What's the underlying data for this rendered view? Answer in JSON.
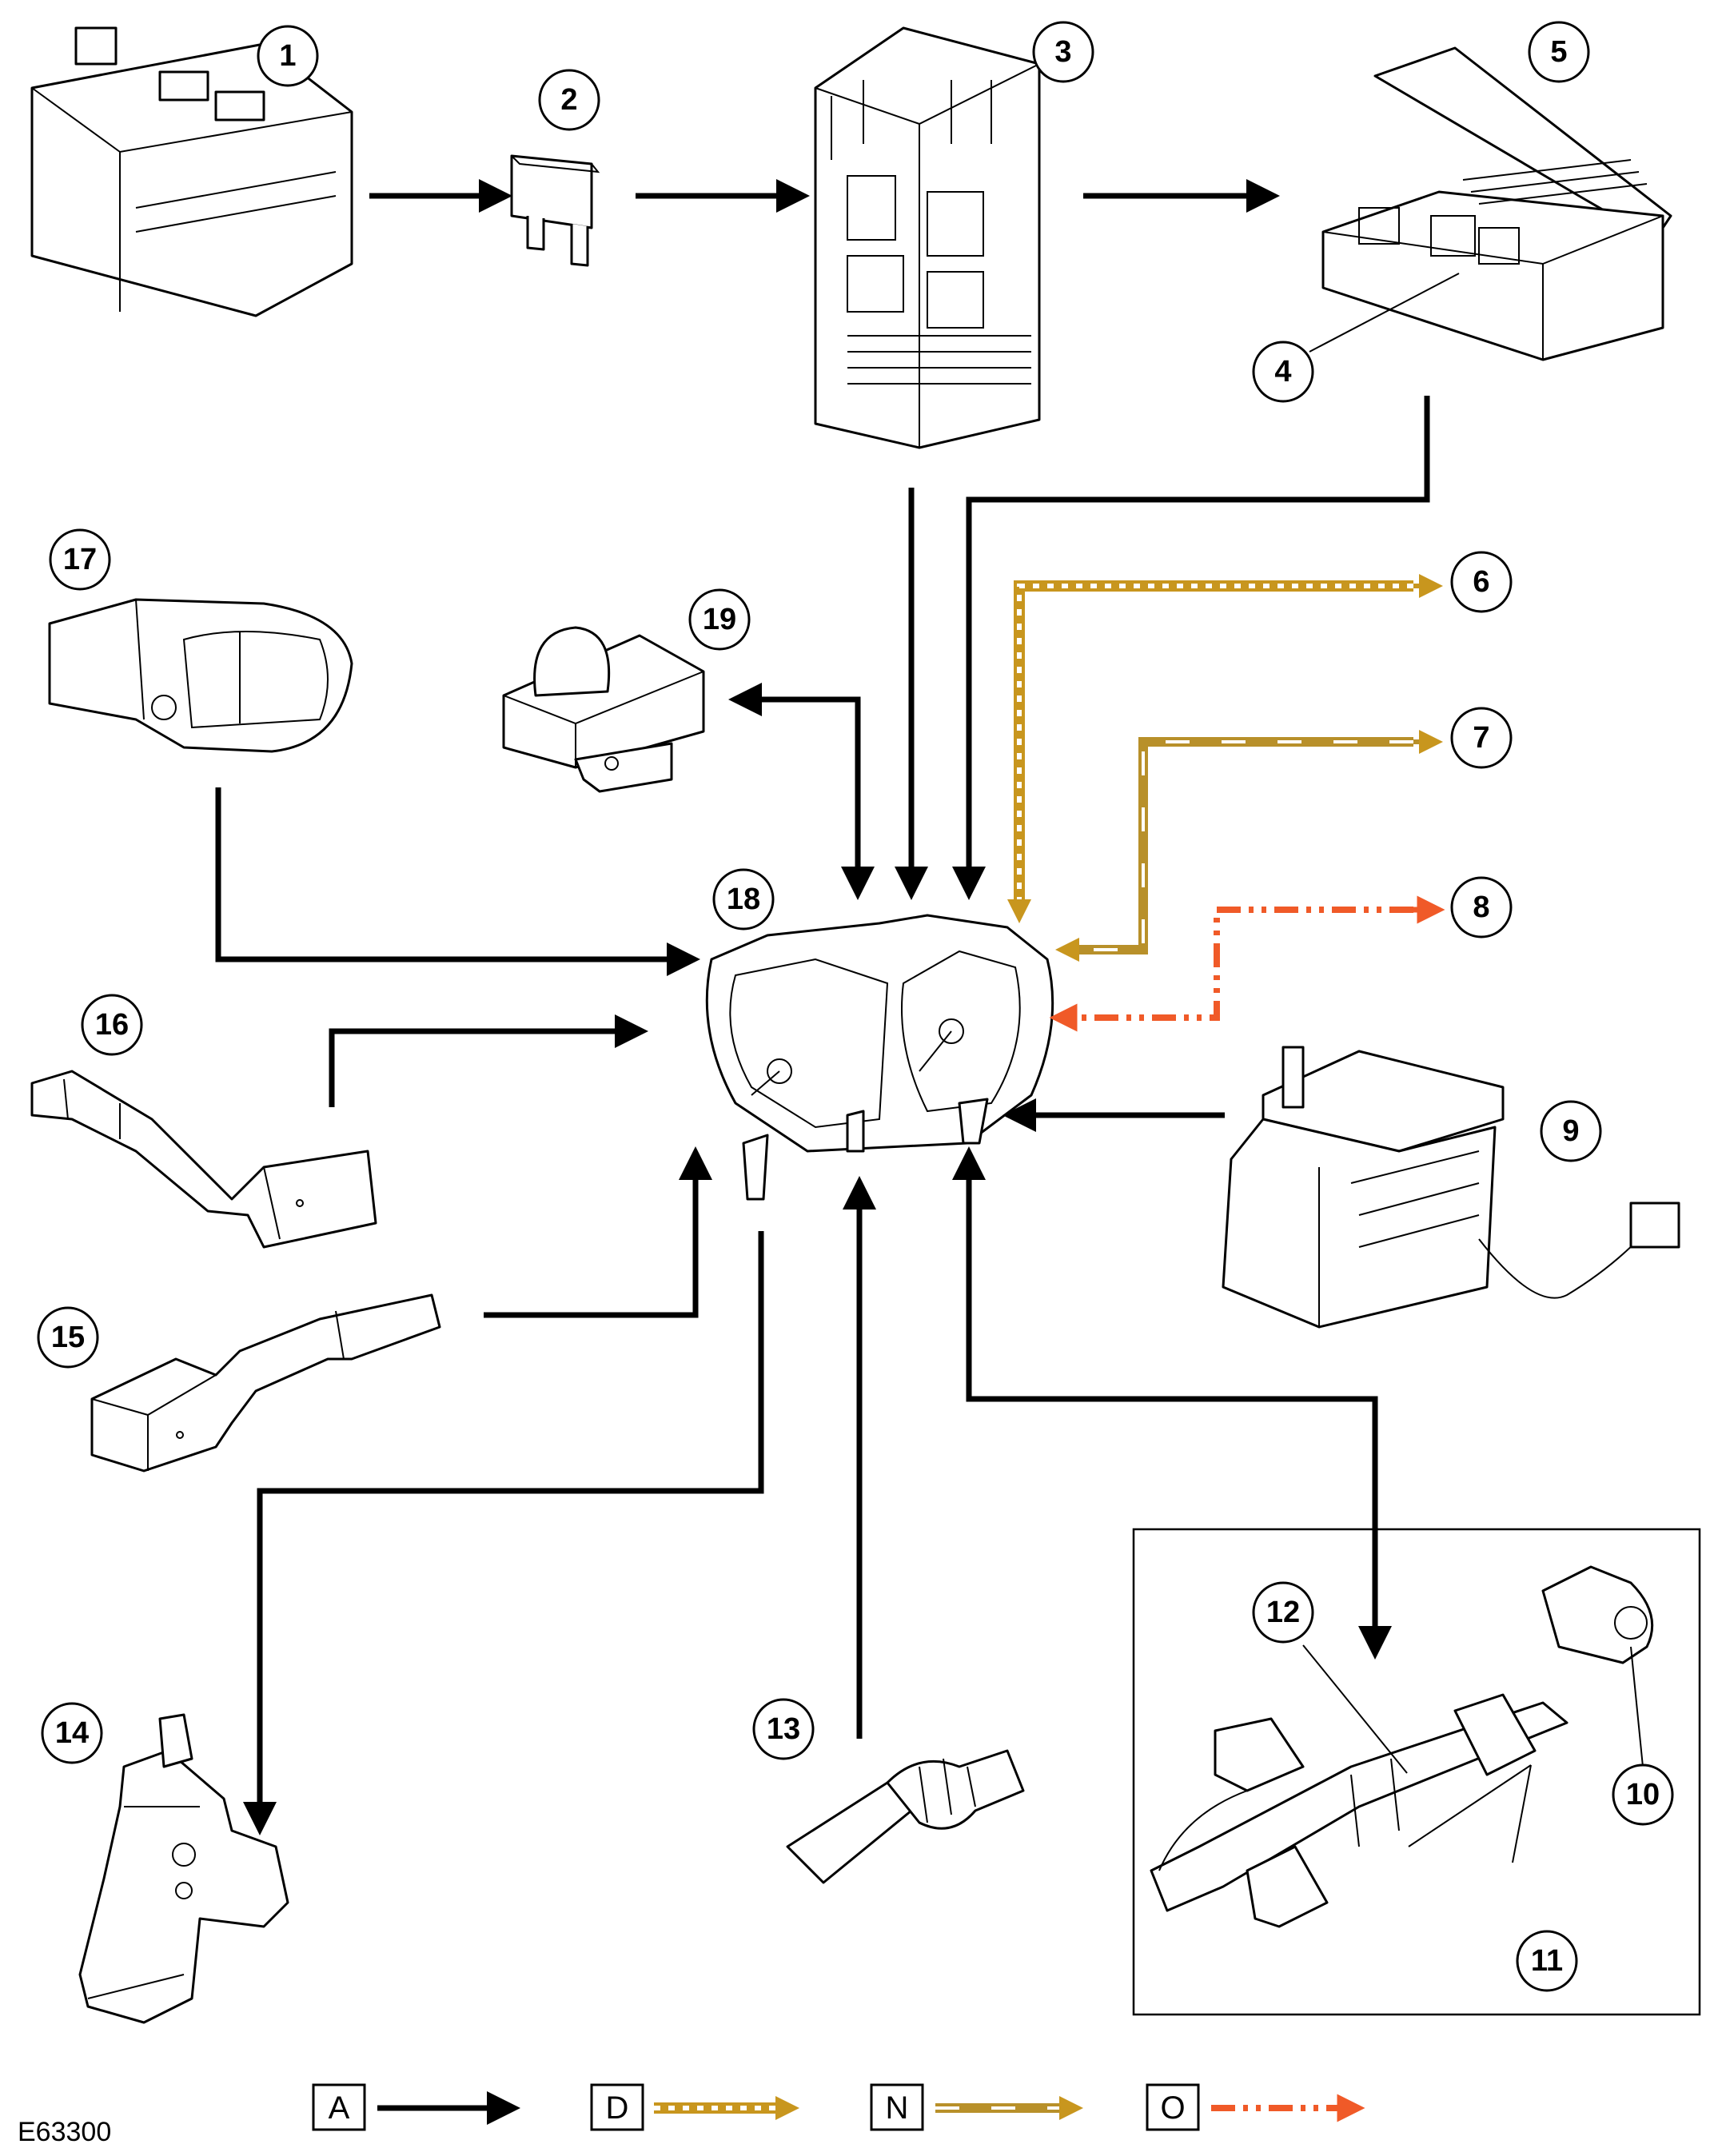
{
  "figure_id": "E63300",
  "callouts": [
    "1",
    "2",
    "3",
    "4",
    "5",
    "6",
    "7",
    "8",
    "9",
    "10",
    "11",
    "12",
    "13",
    "14",
    "15",
    "16",
    "17",
    "18",
    "19"
  ],
  "legend": [
    {
      "key": "A",
      "line": "solid",
      "color": "#000000"
    },
    {
      "key": "D",
      "line": "dashed-dotted",
      "color": "#c8961e"
    },
    {
      "key": "N",
      "line": "dash-dot",
      "color": "#b8902a"
    },
    {
      "key": "O",
      "line": "dash-dot-dot",
      "color": "#f05a28"
    }
  ],
  "colors": {
    "line_A": "#000000",
    "line_D": "#c8961e",
    "line_N": "#b8902a",
    "line_O": "#f05a28"
  }
}
